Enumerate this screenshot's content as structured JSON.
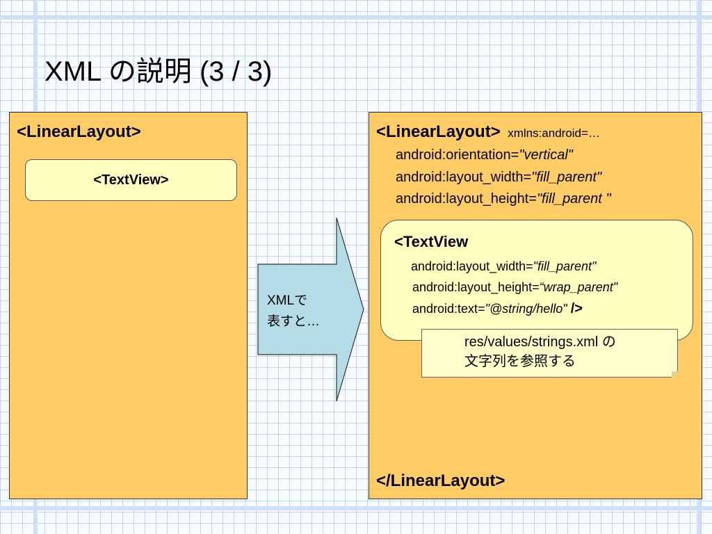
{
  "slide": {
    "title": "XML の説明 (3 / 3)",
    "left": {
      "open_tag": "<LinearLayout>",
      "textview_tag": "<TextView>"
    },
    "arrow": {
      "line1": "XMLで",
      "line2": "表すと…"
    },
    "right": {
      "open_tag": "<LinearLayout>",
      "xmlns": "xmlns:android=…",
      "attrs": [
        {
          "name": "android:orientation=",
          "value": "\"vertical\""
        },
        {
          "name": "android:layout_width=",
          "value": "\"fill_parent\""
        },
        {
          "name": "android:layout_height=",
          "value": "\"fill_parent \""
        }
      ],
      "textview": {
        "open": "<TextView",
        "attrs": [
          {
            "name": "android:layout_width=",
            "value": "\"fill_parent\""
          },
          {
            "name": "android:layout_height=",
            "value": "“wrap_parent\""
          },
          {
            "name": "android:text=",
            "value": "\"@string/hello\" ",
            "close": "/>"
          }
        ]
      },
      "note": {
        "line1": "res/values/strings.xml の",
        "line2": "文字列を参照する"
      },
      "close_tag": "</LinearLayout>"
    }
  },
  "colors": {
    "panel": "#ffcc66",
    "textview_box": "#ffffc0",
    "arrow_fill": "#b4dce6",
    "grid": "#78aae6"
  }
}
